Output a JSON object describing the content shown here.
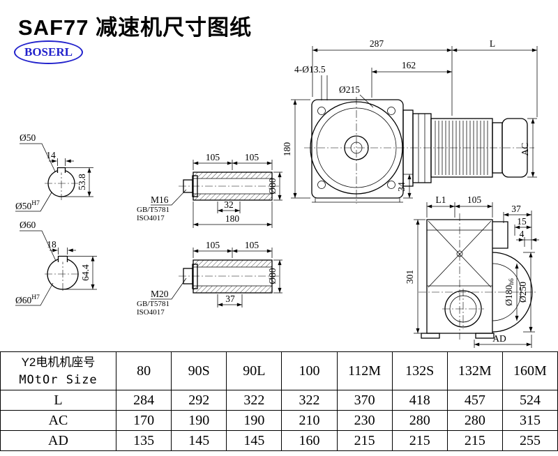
{
  "page": {
    "title": "SAF77 减速机尺寸图纸",
    "brand": "BOSERL"
  },
  "colors": {
    "brand_blue": "#2222cc",
    "line": "#000000"
  },
  "front_view": {
    "dim_width_total": "287",
    "dim_motor_length": "L",
    "dim_bolt_holes": "4-Ø13.5",
    "dim_162": "162",
    "dim_flange": "Ø215",
    "dim_height": "180",
    "dim_34": "34",
    "dim_ac": "AC"
  },
  "shaft_50": {
    "label": "Ø50",
    "key_width": "14",
    "key_height": "53.8",
    "bore_base": "Ø50",
    "bore_tol": "H7"
  },
  "shaft_60": {
    "label": "Ø60",
    "key_width": "18",
    "key_height": "64.4",
    "bore_base": "Ø60",
    "bore_tol": "H7"
  },
  "hollow_shaft_top": {
    "dim_105_left": "105",
    "dim_105_right": "105",
    "thread": "M16",
    "std1": "GB/T5781",
    "std2": "ISO4017",
    "dim_depth": "32",
    "dim_length": "180",
    "dim_dia": "Ø80"
  },
  "hollow_shaft_bottom": {
    "dim_105_left": "105",
    "dim_105_right": "105",
    "thread": "M20",
    "std1": "GB/T5781",
    "std2": "ISO4017",
    "dim_depth": "37",
    "dim_dia": "Ø80"
  },
  "side_view": {
    "dim_l1": "L1",
    "dim_105": "105",
    "dim_37": "37",
    "dim_15": "15",
    "dim_4": "4",
    "dim_height": "301",
    "dim_spigot_base": "Ø180",
    "dim_spigot_tol": "h6",
    "dim_flange": "Ø250",
    "dim_ad": "AD"
  },
  "table": {
    "header_line1": "Y2电机机座号",
    "header_line2": "MOtOr Size",
    "columns": [
      "80",
      "90S",
      "90L",
      "100",
      "112M",
      "132S",
      "132M",
      "160M"
    ],
    "rows": [
      {
        "label": "L",
        "values": [
          "284",
          "292",
          "322",
          "322",
          "370",
          "418",
          "457",
          "524"
        ]
      },
      {
        "label": "AC",
        "values": [
          "170",
          "190",
          "190",
          "210",
          "230",
          "280",
          "280",
          "315"
        ]
      },
      {
        "label": "AD",
        "values": [
          "135",
          "145",
          "145",
          "160",
          "215",
          "215",
          "215",
          "255"
        ]
      }
    ]
  }
}
